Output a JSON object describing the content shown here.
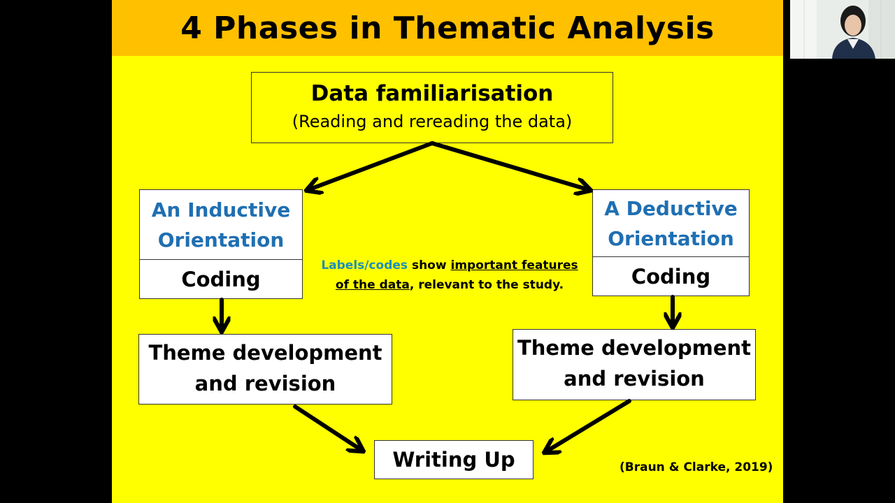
{
  "title": "4 Phases in Thematic Analysis",
  "boxes": {
    "familiarisation": {
      "title": "Data familiarisation",
      "subtitle": "(Reading and rereading the data)"
    },
    "inductive": {
      "line1": "An Inductive",
      "line2": "Orientation",
      "coding": "Coding"
    },
    "deductive": {
      "line1": "A Deductive",
      "line2": "Orientation",
      "coding": "Coding"
    },
    "theme_left": {
      "line1": "Theme development",
      "line2": "and revision"
    },
    "theme_right": {
      "line1": "Theme development",
      "line2": "and revision"
    },
    "writing": {
      "label": "Writing Up"
    }
  },
  "note": {
    "part1": "Labels/codes",
    "part2": " show ",
    "part3": "important features",
    "part4": "of the data",
    "part5": ", relevant to the study."
  },
  "citation": "(Braun & Clarke, 2019)",
  "colors": {
    "slide_background": "#FFFF00",
    "title_bar": "#FFC000",
    "orientation_text": "#1F6FB2",
    "labels_text": "#1F8FB5"
  }
}
